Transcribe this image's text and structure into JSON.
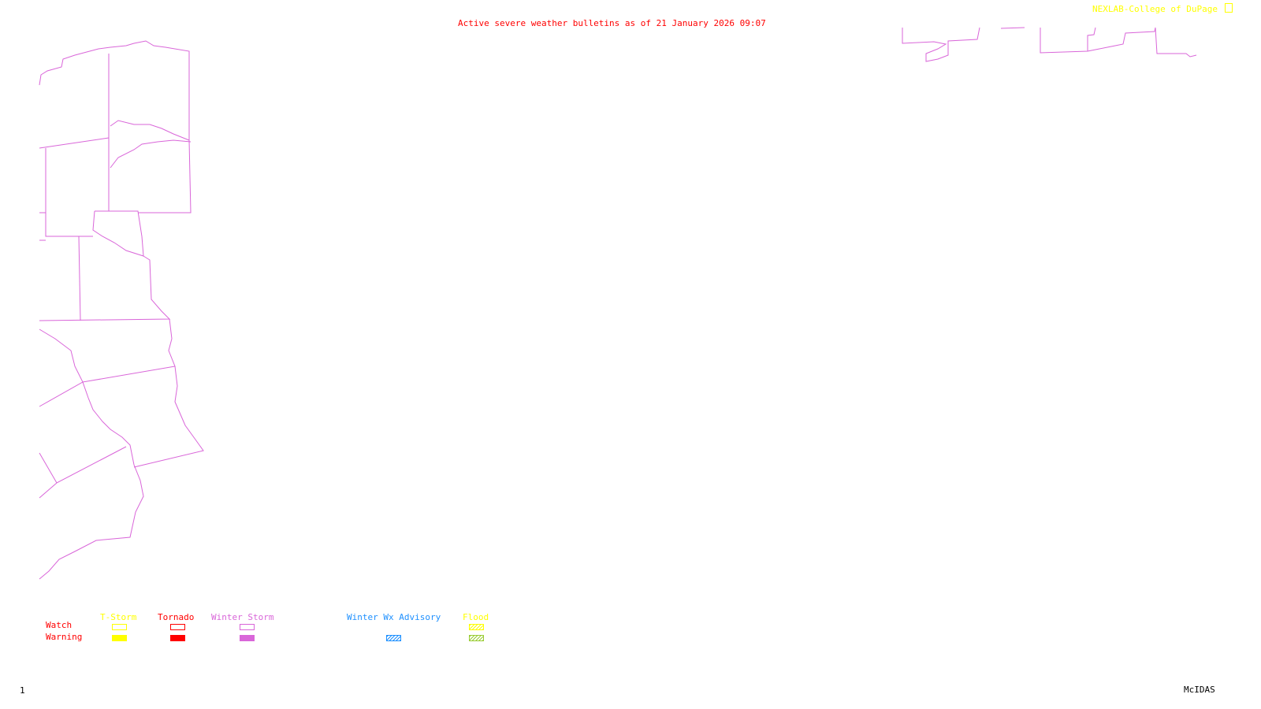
{
  "header": {
    "title": "Active severe weather bulletins as of 21 January 2026 09:07",
    "credit": "NEXLAB-College of DuPage",
    "credit_icon": "corner-logo-icon"
  },
  "colors": {
    "title": "#ff0000",
    "credit": "#ffff00",
    "borders": "#d966d9",
    "tstorm": "#ffff00",
    "tornado": "#ff0000",
    "winter_storm": "#d966d9",
    "winter_adv": "#1e90ff",
    "flood": "#ffff00",
    "flood_warning": "#99cc33"
  },
  "legend": {
    "row_watch": "Watch",
    "row_warning": "Warning",
    "categories": [
      {
        "label": "T-Storm"
      },
      {
        "label": "Tornado"
      },
      {
        "label": "Winter Storm"
      },
      {
        "label": "Winter Wx Advisory"
      },
      {
        "label": "Flood"
      }
    ]
  },
  "footer": {
    "frame": "1",
    "software": "McIDAS"
  }
}
